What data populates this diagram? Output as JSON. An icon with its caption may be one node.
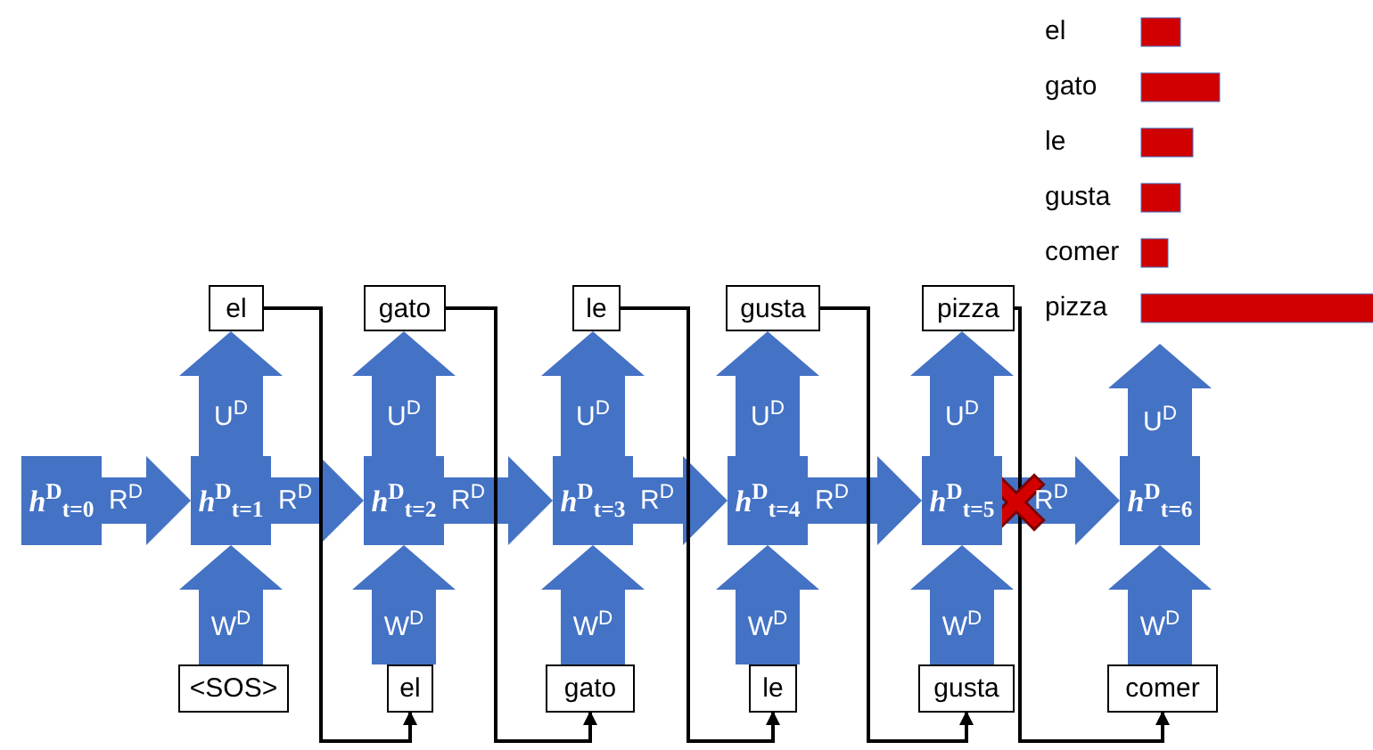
{
  "diagram": {
    "nodes": [
      {
        "text": [
          "el"
        ]
      },
      {
        "text": [
          "gato"
        ]
      },
      {
        "text": [
          "le"
        ]
      },
      {
        "text": [
          "gusta"
        ]
      },
      {
        "text": [
          "pizza"
        ]
      },
      {
        "text": [
          "*h*$^{D}$$_{t=0}$"
        ]
      },
      {
        "text": [
          "*h*$^{D}$$_{t=1}$"
        ]
      },
      {
        "text": [
          "*h*$^{D}$$_{t=2}$"
        ]
      },
      {
        "text": [
          "*h*$^{D}$$_{t=3}$"
        ]
      },
      {
        "text": [
          "*h*$^{D}$$_{t=4}$"
        ]
      },
      {
        "text": [
          "*h*$^{D}$$_{t=5}$"
        ]
      },
      {
        "text": [
          "*h*$^{D}$$_{t=6}$"
        ]
      },
      {
        "text": [
          "<SOS>"
        ]
      },
      {
        "text": [
          "el"
        ]
      },
      {
        "text": [
          "gato"
        ]
      },
      {
        "text": [
          "le"
        ]
      },
      {
        "text": [
          "gusta"
        ]
      },
      {
        "text": [
          "comer"
        ]
      }
    ],
    "edges": [
      {
        "from": 5,
        "to": 6,
        "arrow": "to",
        "label": "R$^{D}$",
        "style": "thick"
      },
      {
        "from": 6,
        "to": 7,
        "arrow": "to",
        "label": "R$^{D}$",
        "style": "thick"
      },
      {
        "from": 7,
        "to": 8,
        "arrow": "to",
        "label": "R$^{D}$",
        "style": "thick"
      },
      {
        "from": 8,
        "to": 9,
        "arrow": "to",
        "label": "R$^{D}$",
        "style": "thick"
      },
      {
        "from": 9,
        "to": 10,
        "arrow": "to",
        "label": "R$^{D}$",
        "style": "thick"
      },
      {
        "from": 10,
        "to": 11,
        "arrow": "to",
        "label": "R$^{D}$",
        "style": "thick"
      },
      {
        "from": 6,
        "to": 0,
        "arrow": "to",
        "label": "U$^{D}$",
        "style": "thick"
      },
      {
        "from": 7,
        "to": 1,
        "arrow": "to",
        "label": "U$^{D}$",
        "style": "thick"
      },
      {
        "from": 8,
        "to": 2,
        "arrow": "to",
        "label": "U$^{D}$",
        "style": "thick"
      },
      {
        "from": 9,
        "to": 3,
        "arrow": "to",
        "label": "U$^{D}$",
        "style": "thick"
      },
      {
        "from": 10,
        "to": 4,
        "arrow": "to",
        "label": "U$^{D}$",
        "style": "thick"
      },
      {
        "from": 11,
        "to": null,
        "arrow": "to",
        "label": "U$^{D}$",
        "style": "thick"
      },
      {
        "from": 12,
        "to": 6,
        "arrow": "to",
        "label": "W$^{D}$",
        "style": "thick"
      },
      {
        "from": 13,
        "to": 7,
        "arrow": "to",
        "label": "W$^{D}$",
        "style": "thick"
      },
      {
        "from": 14,
        "to": 8,
        "arrow": "to",
        "label": "W$^{D}$",
        "style": "thick"
      },
      {
        "from": 15,
        "to": 9,
        "arrow": "to",
        "label": "W$^{D}$",
        "style": "thick"
      },
      {
        "from": 16,
        "to": 10,
        "arrow": "to",
        "label": "W$^{D}$",
        "style": "thick"
      },
      {
        "from": 17,
        "to": 11,
        "arrow": "to",
        "label": "W$^{D}$",
        "style": "thick"
      },
      {
        "from": 0,
        "to": 13,
        "arrow": "to",
        "color": "#000000"
      },
      {
        "from": 1,
        "to": 14,
        "arrow": "to",
        "color": "#000000"
      },
      {
        "from": 2,
        "to": 15,
        "arrow": "to",
        "color": "#000000"
      },
      {
        "from": 3,
        "to": 16,
        "arrow": "to",
        "color": "#000000"
      },
      {
        "from": 4,
        "to": 17,
        "arrow": "to",
        "color": "#000000"
      }
    ],
    "labels": [
      "el",
      "gato",
      "le",
      "gusta",
      "comer",
      "pizza"
    ]
  }
}
